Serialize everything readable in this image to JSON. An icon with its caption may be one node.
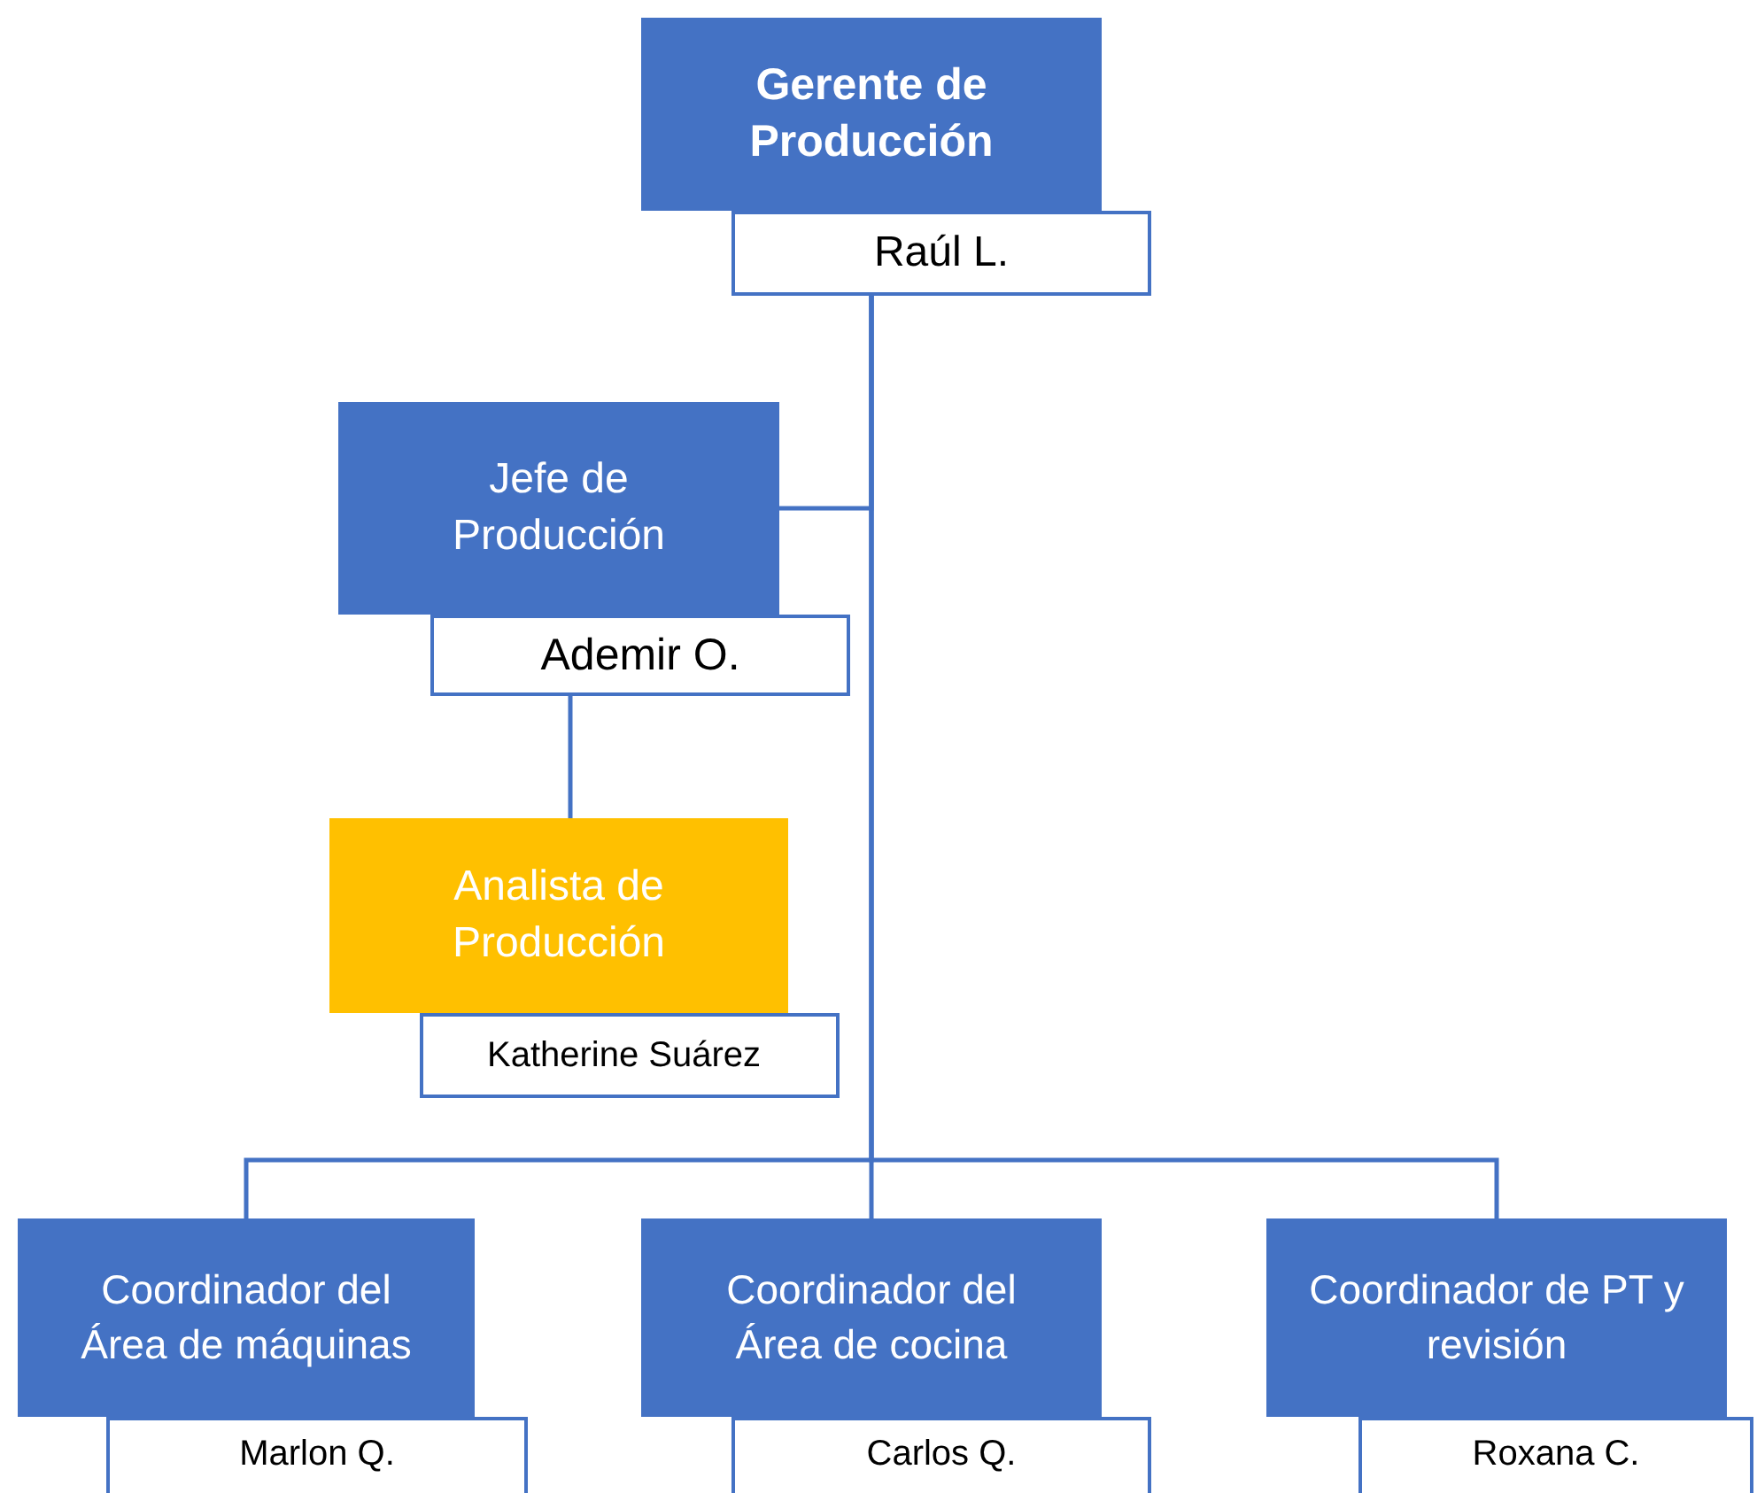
{
  "diagram": {
    "nodes": [
      {
        "text": [
          "Gerente de Producción"
        ]
      },
      {
        "text": [
          "Raúl L."
        ]
      },
      {
        "text": [
          "Jefe de Producción"
        ]
      },
      {
        "text": [
          "Ademir O."
        ]
      },
      {
        "text": [
          "Analista de Producción"
        ]
      },
      {
        "text": [
          "Katherine Suárez"
        ]
      },
      {
        "text": [
          "Coordinador del Área de máquinas"
        ]
      },
      {
        "text": [
          "Marlon Q."
        ]
      },
      {
        "text": [
          "Coordinador del Área de cocina"
        ]
      },
      {
        "text": [
          "Carlos Q."
        ]
      },
      {
        "text": [
          "Coordinador de PT y revisión"
        ]
      },
      {
        "text": [
          "Roxana C."
        ]
      }
    ],
    "edges": [
      {
        "from": 1,
        "to": 2,
        "arrow": "none"
      },
      {
        "from": 3,
        "to": 4,
        "arrow": "none"
      },
      {
        "from": 1,
        "to": 6,
        "arrow": "none"
      },
      {
        "from": 1,
        "to": 8,
        "arrow": "none"
      },
      {
        "from": 1,
        "to": 10,
        "arrow": "none"
      }
    ]
  }
}
